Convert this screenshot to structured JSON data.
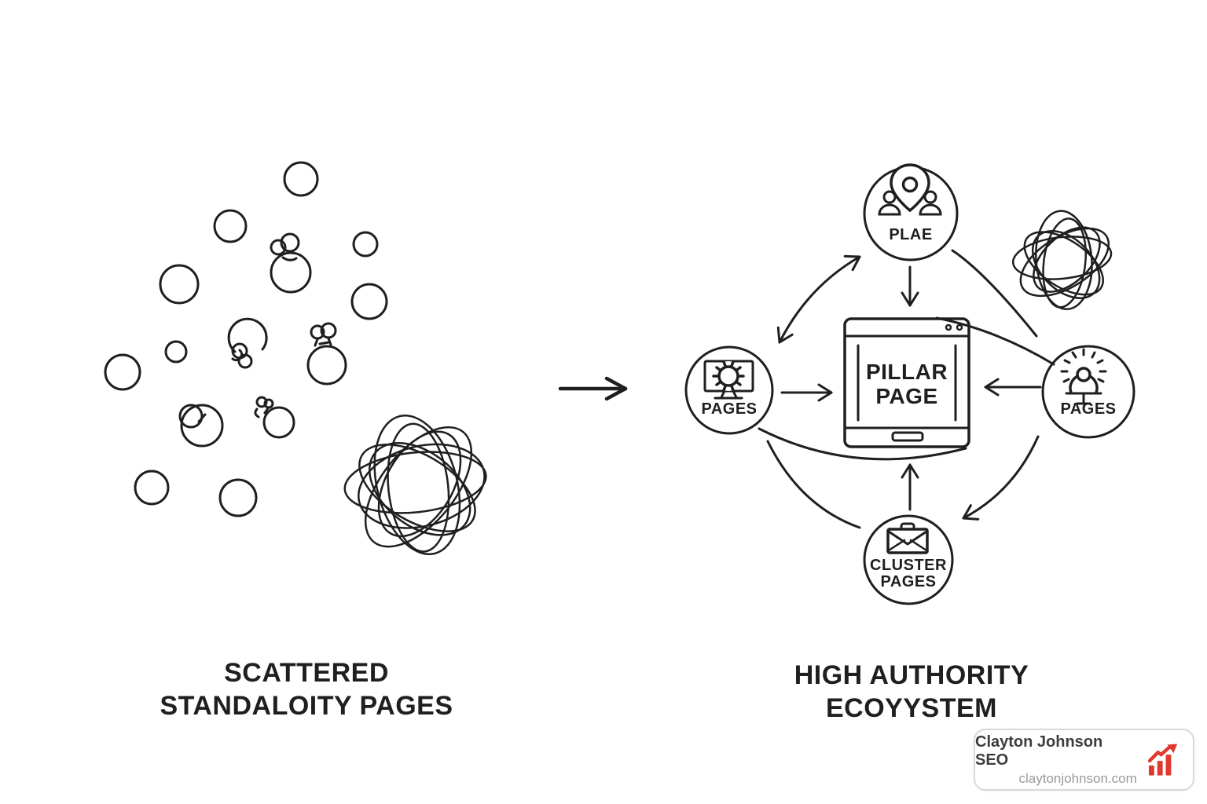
{
  "left_panel": {
    "caption_line1": "SCATTERED",
    "caption_line2": "STANDALOITY PAGES"
  },
  "right_panel": {
    "caption_line1": "HIGH AUTHORITY",
    "caption_line2": "ECOYYSTEM",
    "pillar": {
      "line1": "PILLAR",
      "line2": "PAGE"
    },
    "node_top": {
      "label": "PLAE",
      "icon": "location-pin-people-icon"
    },
    "node_left": {
      "label": "PAGES",
      "icon": "monitor-gear-icon"
    },
    "node_right": {
      "label": "PAGES",
      "icon": "idea-person-rays-icon"
    },
    "node_bottom": {
      "label_line1": "CLUSTER",
      "label_line2": "PAGES",
      "icon": "envelope-handle-icon"
    }
  },
  "badge": {
    "title": "Clayton Johnson SEO",
    "website": "claytonjohnson.com",
    "icon": "growth-chart-icon",
    "accent_color": "#e03a2f"
  },
  "colors": {
    "ink": "#1f1f1f",
    "background": "#ffffff",
    "badge_border": "#d9d9d9",
    "badge_title": "#3d3d3d",
    "badge_site": "#999999"
  }
}
